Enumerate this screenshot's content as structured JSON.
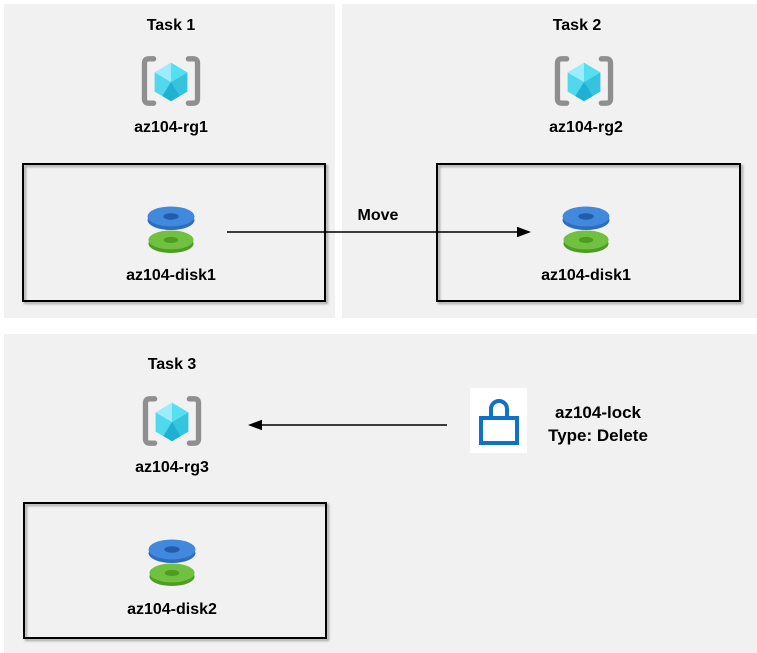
{
  "tasks": [
    {
      "title": "Task 1",
      "resource_group": "az104-rg1",
      "disk": "az104-disk1"
    },
    {
      "title": "Task 2",
      "resource_group": "az104-rg2",
      "disk": "az104-disk1"
    },
    {
      "title": "Task 3",
      "resource_group": "az104-rg3",
      "disk": "az104-disk2"
    }
  ],
  "move_arrow": {
    "label": "Move"
  },
  "lock": {
    "name": "az104-lock",
    "type": "Type: Delete"
  },
  "colors": {
    "panel_bg": "#f1f1f1",
    "outline": "#000000",
    "disk_blue": "#4189dd",
    "disk_blue_dark": "#2e6cc0",
    "disk_green": "#6fc13f",
    "disk_green_dark": "#4e9b26",
    "cube_light": "#9cebff",
    "cube_mid": "#50e6ff",
    "cube_dark": "#1fb0d2",
    "bracket_gray": "#8f8f8f",
    "lock_blue": "#1072c6"
  }
}
